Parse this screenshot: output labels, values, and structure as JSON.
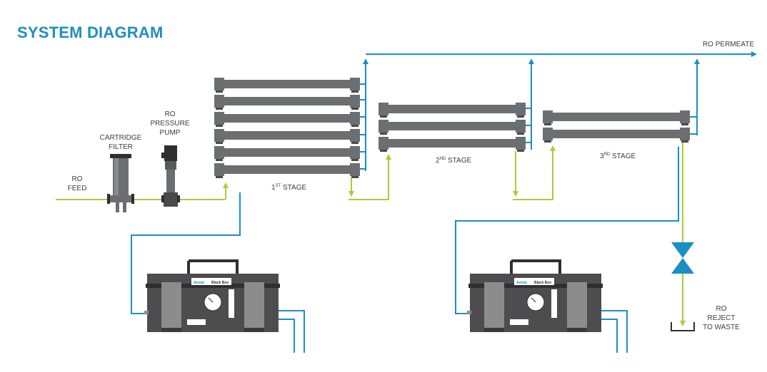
{
  "title": "SYSTEM DIAGRAM",
  "labels": {
    "ro_permeate": "RO PERMEATE",
    "ro_feed": [
      "RO",
      "FEED"
    ],
    "cartridge_filter": [
      "CARTRIDGE",
      "FILTER"
    ],
    "ro_pressure_pump": [
      "RO",
      "PRESSURE",
      "PUMP"
    ],
    "ro_reject": [
      "RO",
      "REJECT",
      "TO WASTE"
    ]
  },
  "stages": [
    {
      "sup": "ST",
      "suffix": " STAGE"
    },
    {
      "sup": "ND",
      "suffix": " STAGE"
    },
    {
      "sup": "RD",
      "suffix": " STAGE"
    }
  ],
  "stage_numbers": [
    "1",
    "2",
    "3"
  ],
  "units": [
    {
      "brand": "Avista",
      "model": "Black Box"
    },
    {
      "brand": "Avista",
      "model": "Black Box"
    }
  ],
  "colors": {
    "title": "#1f8fbf",
    "permeate_line": "#1b8fc4",
    "feed_line": "#a6ce39",
    "membrane": "#6d6e71",
    "membrane_dark": "#4a4a4c",
    "unit_body": "#4d4d4f",
    "unit_panel": "#8c8c8c",
    "valve": "#1b8fc4"
  },
  "icons": [
    "arrow-right-icon",
    "arrow-up-icon",
    "arrow-down-icon",
    "valve-icon",
    "gauge-icon"
  ]
}
